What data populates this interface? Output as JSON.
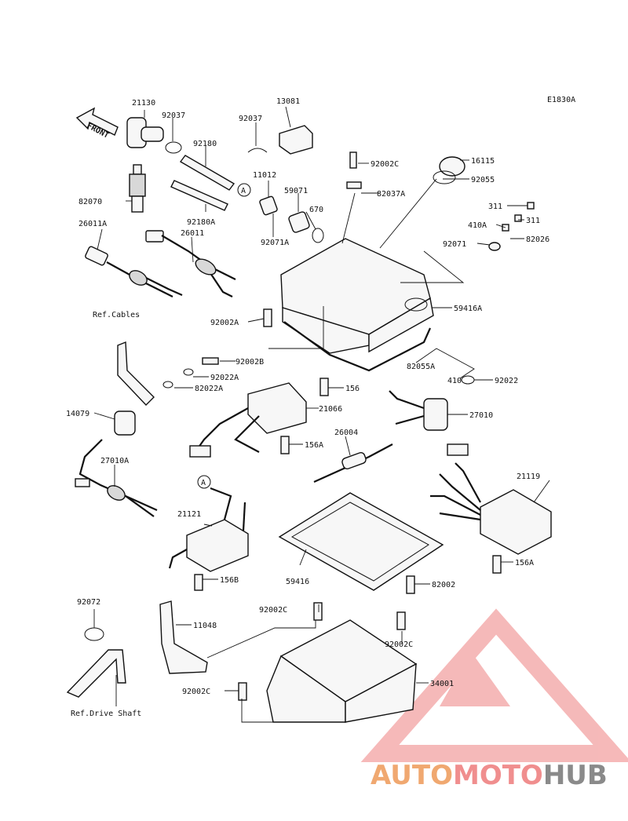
{
  "diagram_id": "E1830A",
  "front_label": "FRONT",
  "callouts": [
    "21130",
    "92037",
    "92037",
    "13081",
    "92180",
    "11012",
    "59071",
    "670",
    "92180A",
    "92071A",
    "82070",
    "26011A",
    "26011",
    "92002C",
    "16115",
    "82037A",
    "92055",
    "311",
    "311",
    "410A",
    "82026",
    "92071",
    "59416A",
    "92002A",
    "92002B",
    "92022A",
    "82022A",
    "156",
    "82055A",
    "410",
    "92022",
    "21066",
    "27010",
    "14079",
    "156A",
    "26004",
    "21119",
    "27010A",
    "21121",
    "156B",
    "59416",
    "82002",
    "156A",
    "92072",
    "11048",
    "92002C",
    "92002C",
    "34001",
    "92002C"
  ],
  "refs": {
    "cables": "Ref.Cables",
    "drive_shaft": "Ref.Drive Shaft"
  },
  "marker": "A",
  "watermark": {
    "part1": "AUTO",
    "part2": "MOTO",
    "part3": "HUB"
  },
  "colors": {
    "watermark_red": "#f08e8e",
    "watermark_orange": "#f0a870",
    "watermark_gray": "#8a8a8a"
  }
}
